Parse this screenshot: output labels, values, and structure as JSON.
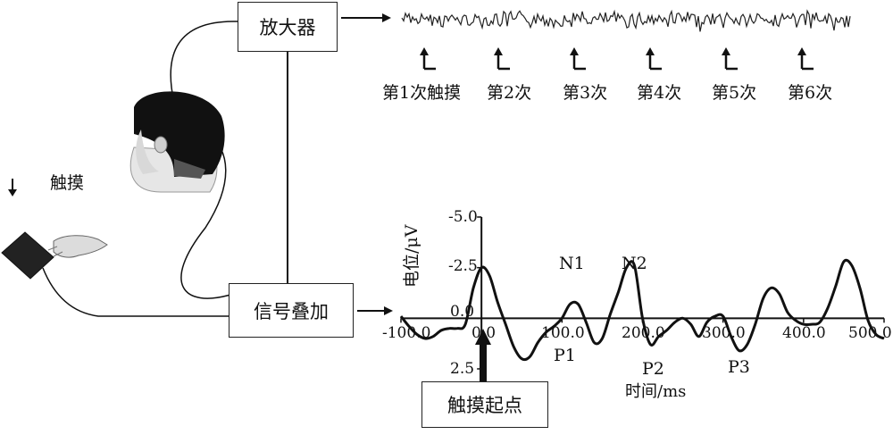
{
  "amplifier_label": "放大器",
  "summation_label": "信号叠加",
  "touch_label": "触摸",
  "touch_onset_label": "触摸起点",
  "eeg_markers": [
    "第1次触摸",
    "第2次",
    "第3次",
    "第4次",
    "第5次",
    "第6次"
  ],
  "chart_data": {
    "type": "line",
    "xlabel": "时间/ms",
    "ylabel": "电位/μV",
    "x_ticks": [
      "-100.0",
      "0.0",
      "100.0",
      "200.0",
      "300.0",
      "400.0",
      "500.0"
    ],
    "y_ticks": [
      "-5.0",
      "-2.5",
      "0.0",
      "2.5"
    ],
    "xlim": [
      -100,
      500
    ],
    "ylim": [
      -5,
      2.5
    ],
    "y_inverted": true,
    "peaks": [
      {
        "name": "N1",
        "x": 100,
        "y": -1.8
      },
      {
        "name": "N2",
        "x": 185,
        "y": -2.7
      },
      {
        "name": "P1",
        "x": 110,
        "y": 0.8
      },
      {
        "name": "P2",
        "x": 210,
        "y": 1.2
      },
      {
        "name": "P3",
        "x": 320,
        "y": 2.0
      }
    ],
    "series": [
      {
        "x": [
          -100,
          -90,
          -80,
          -70,
          -60,
          -50,
          -40,
          -30,
          -20,
          -10,
          0,
          10,
          20,
          30,
          40,
          50,
          60,
          70,
          80,
          90,
          100,
          110,
          120,
          130,
          140,
          150,
          160,
          170,
          180,
          190,
          200,
          210,
          220,
          230,
          240,
          250,
          260,
          270,
          280,
          290,
          300,
          310,
          320,
          330,
          340,
          350,
          360,
          370,
          380,
          390,
          400,
          410,
          420,
          430,
          440,
          450,
          460,
          470,
          480,
          490,
          500
        ],
        "y": [
          -0.1,
          0.4,
          0.8,
          1.0,
          0.9,
          0.6,
          0.5,
          0.5,
          0.3,
          -1.5,
          -2.5,
          -2.1,
          -0.8,
          0.3,
          1.4,
          2.0,
          1.9,
          1.2,
          0.7,
          0.4,
          0.0,
          -0.7,
          -0.7,
          0.2,
          1.2,
          1.0,
          -0.2,
          -1.3,
          -2.5,
          -2.6,
          0.0,
          1.3,
          0.9,
          0.6,
          0.2,
          0.0,
          0.3,
          0.9,
          0.2,
          -0.1,
          -0.1,
          0.9,
          1.6,
          1.3,
          0.3,
          -1.0,
          -1.5,
          -1.2,
          -0.3,
          0.1,
          0.3,
          0.3,
          0.2,
          -0.5,
          -1.6,
          -2.8,
          -2.6,
          -1.5,
          0.1,
          0.8,
          1.0
        ]
      }
    ]
  }
}
